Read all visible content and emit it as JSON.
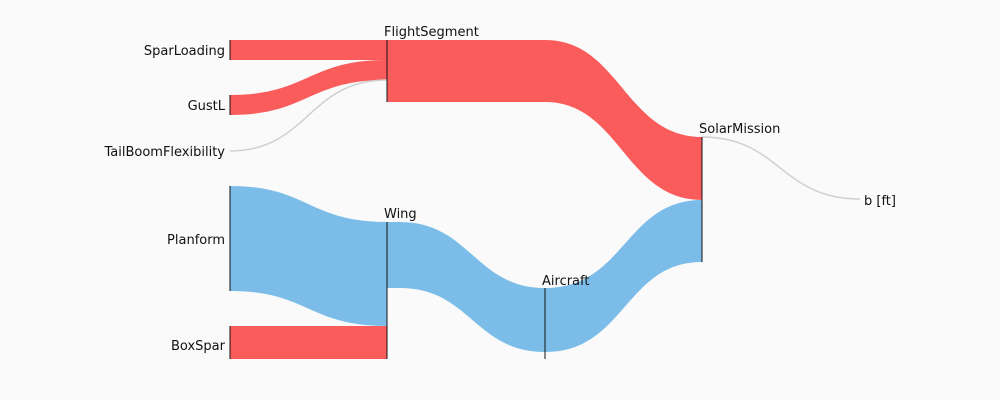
{
  "colors": {
    "red": "#fa5c5c",
    "blue": "#7bbde8",
    "thin": "#d0d0d0",
    "background": "#fafafa"
  },
  "nodes": [
    {
      "id": "SparLoading",
      "label": "SparLoading"
    },
    {
      "id": "GustL",
      "label": "GustL"
    },
    {
      "id": "TailBoomFlexibility",
      "label": "TailBoomFlexibility"
    },
    {
      "id": "Planform",
      "label": "Planform"
    },
    {
      "id": "BoxSpar",
      "label": "BoxSpar"
    },
    {
      "id": "FlightSegment",
      "label": "FlightSegment"
    },
    {
      "id": "Wing",
      "label": "Wing"
    },
    {
      "id": "Aircraft",
      "label": "Aircraft"
    },
    {
      "id": "SolarMission",
      "label": "SolarMission"
    },
    {
      "id": "b",
      "label": "b [ft]"
    }
  ],
  "links": [
    {
      "source": "SparLoading",
      "target": "FlightSegment",
      "color": "red"
    },
    {
      "source": "GustL",
      "target": "FlightSegment",
      "color": "red"
    },
    {
      "source": "TailBoomFlexibility",
      "target": "FlightSegment",
      "color": "thin"
    },
    {
      "source": "Planform",
      "target": "Wing",
      "color": "blue"
    },
    {
      "source": "BoxSpar",
      "target": "Wing",
      "color": "red"
    },
    {
      "source": "FlightSegment",
      "target": "SolarMission",
      "color": "red"
    },
    {
      "source": "Wing",
      "target": "Aircraft",
      "color": "blue"
    },
    {
      "source": "Aircraft",
      "target": "SolarMission",
      "color": "blue"
    },
    {
      "source": "SolarMission",
      "target": "b",
      "color": "thin"
    }
  ]
}
